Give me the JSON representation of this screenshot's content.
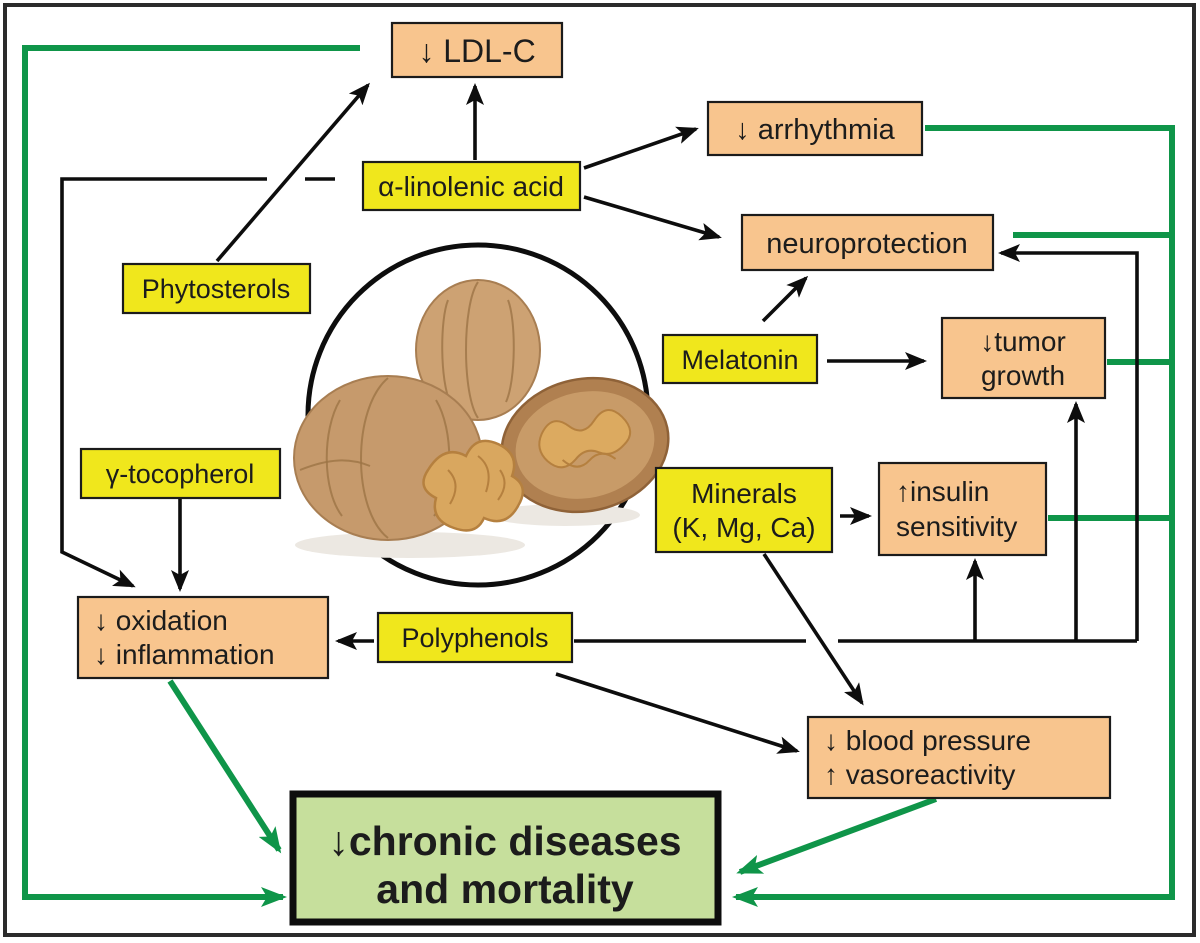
{
  "nodes": {
    "ldl_c": {
      "label": "↓ LDL-C"
    },
    "arrhythmia": {
      "label": "↓ arrhythmia"
    },
    "ala": {
      "label": "α-linolenic acid"
    },
    "neuroprotection": {
      "label": "neuroprotection"
    },
    "phytosterols": {
      "label": "Phytosterols"
    },
    "melatonin": {
      "label": "Melatonin"
    },
    "tumor_growth": {
      "line1": "↓tumor",
      "line2": "growth"
    },
    "gamma_tocopherol": {
      "label": "γ-tocopherol"
    },
    "minerals": {
      "line1": "Minerals",
      "line2": "(K, Mg, Ca)"
    },
    "insulin": {
      "line1": "↑insulin",
      "line2": "sensitivity"
    },
    "oxidation": {
      "line1": "↓ oxidation",
      "line2": "↓ inflammation"
    },
    "polyphenols": {
      "label": "Polyphenols"
    },
    "blood_pressure": {
      "line1": "↓ blood pressure",
      "line2": "↑ vasoreactivity"
    },
    "chronic": {
      "line1": "↓chronic diseases",
      "line2": "and mortality"
    }
  },
  "center_image": "walnuts-photo-in-circle",
  "colors": {
    "yellow_node": "#F0E71C",
    "orange_node": "#F8C58E",
    "outcome_green": "#C6DF9C",
    "green_arrow": "#0F9549",
    "black_line": "#0d0d0d",
    "text": "#1c1c1c",
    "background": "#FFFFFF"
  },
  "links": {
    "black": [
      {
        "from": "phytosterols",
        "to": "ldl_c"
      },
      {
        "from": "ala",
        "to": "ldl_c"
      },
      {
        "from": "ala",
        "to": "arrhythmia"
      },
      {
        "from": "ala",
        "to": "neuroprotection"
      },
      {
        "from": "ala",
        "to": "oxidation"
      },
      {
        "from": "gamma_tocopherol",
        "to": "oxidation"
      },
      {
        "from": "melatonin",
        "to": "neuroprotection"
      },
      {
        "from": "melatonin",
        "to": "tumor_growth"
      },
      {
        "from": "minerals",
        "to": "insulin"
      },
      {
        "from": "minerals",
        "to": "blood_pressure"
      },
      {
        "from": "polyphenols",
        "to": "oxidation"
      },
      {
        "from": "polyphenols",
        "to": "insulin"
      },
      {
        "from": "polyphenols",
        "to": "tumor_growth"
      },
      {
        "from": "polyphenols",
        "to": "neuroprotection"
      },
      {
        "from": "polyphenols",
        "to": "blood_pressure"
      }
    ],
    "green": [
      {
        "from": "ldl_c",
        "to": "chronic"
      },
      {
        "from": "arrhythmia",
        "to": "chronic"
      },
      {
        "from": "neuroprotection",
        "to": "chronic"
      },
      {
        "from": "tumor_growth",
        "to": "chronic"
      },
      {
        "from": "insulin",
        "to": "chronic"
      },
      {
        "from": "oxidation",
        "to": "chronic"
      },
      {
        "from": "blood_pressure",
        "to": "chronic"
      }
    ]
  }
}
